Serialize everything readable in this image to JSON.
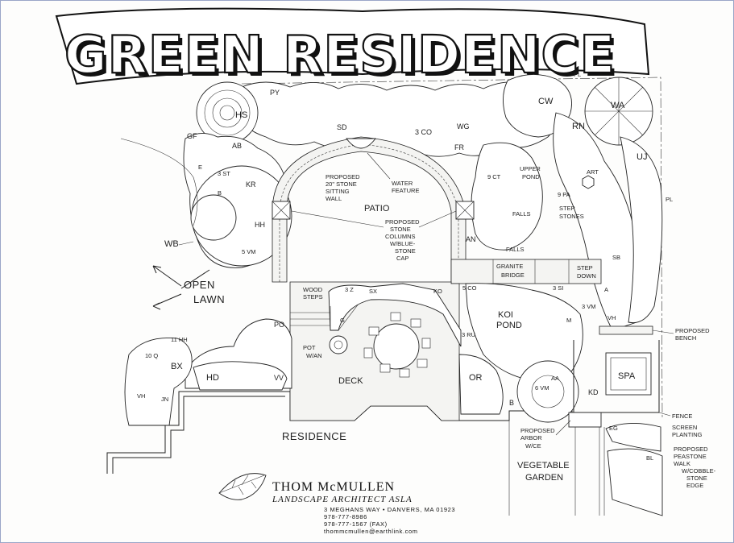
{
  "title": "GREEN RESIDENCE",
  "plant_codes": {
    "py": "PY",
    "hs": "HS",
    "cw": "CW",
    "wa": "WA",
    "gf": "GF",
    "ab": "AB",
    "rn": "RN",
    "uj": "UJ",
    "sd": "SD",
    "co3": "3 CO",
    "wg": "WG",
    "fr": "FR",
    "e": "E",
    "kr": "KR",
    "hh": "HH",
    "st": "3 ST",
    "vm5": "5 VM",
    "b": "B",
    "wb": "WB",
    "pl_top": "PL",
    "pl_right": "PL",
    "art": "ART",
    "pa9": "9 PA",
    "ct9": "9 CT",
    "an": "AN",
    "sb": "SB",
    "vm3": "3 VM",
    "vh": "VH",
    "a": "A",
    "po": "PO",
    "hh2": "11 HH",
    "q10": "10 Q",
    "bx": "BX",
    "hd": "HD",
    "vv": "VV",
    "vh2": "VH",
    "jn": "JN",
    "z3": "3 Z",
    "sx": "SX",
    "ko": "KO",
    "co5": "5 CO",
    "si3": "3 SI",
    "m": "M",
    "ru3": "3 RU",
    "or": "OR",
    "b2": "B",
    "aa": "AA",
    "vm6": "6 VM",
    "kd": "KD",
    "eg": "EG",
    "bl": "BL",
    "g": "G"
  },
  "labels": {
    "patio": "PATIO",
    "stone_wall": [
      "PROPOSED",
      "20\" STONE",
      "SITTING",
      "WALL"
    ],
    "water_feature": [
      "WATER",
      "FEATURE"
    ],
    "stone_columns": [
      "PROPOSED",
      "STONE",
      "COLUMNS",
      "W/BLUE-",
      "STONE",
      "CAP"
    ],
    "upper_pond": [
      "UPPER",
      "POND"
    ],
    "falls_1": "FALLS",
    "falls_2": "FALLS",
    "step_stones": [
      "STEP",
      "STONES"
    ],
    "granite_bridge": [
      "GRANITE",
      "BRIDGE"
    ],
    "step_down": [
      "STEP",
      "DOWN"
    ],
    "open_lawn": [
      "OPEN",
      "LAWN"
    ],
    "wood_steps": [
      "WOOD",
      "STEPS"
    ],
    "koi_pond": [
      "KOI",
      "POND"
    ],
    "pot": [
      "POT",
      "W/AN"
    ],
    "deck": "DECK",
    "residence": "RESIDENCE",
    "spa": "SPA",
    "proposed_bench": [
      "PROPOSED",
      "BENCH"
    ],
    "fence": "FENCE",
    "screen_planting": [
      "SCREEN",
      "PLANTING"
    ],
    "proposed_arbor": [
      "PROPOSED",
      "ARBOR",
      "W/CE"
    ],
    "vegetable_garden": [
      "VEGETABLE",
      "GARDEN"
    ],
    "peastone_walk": [
      "PROPOSED",
      "PEASTONE",
      "WALK",
      "W/COBBLE-",
      "STONE",
      "EDGE"
    ]
  },
  "architect": {
    "name": "THOM McMULLEN",
    "subtitle": "LANDSCAPE ARCHITECT ASLA",
    "address": "3 MEGHANS WAY • DANVERS, MA 01923",
    "phone": "978-777-8986",
    "fax": "978-777-1567 (FAX)",
    "email": "thommcmullen@earthlink.com"
  }
}
